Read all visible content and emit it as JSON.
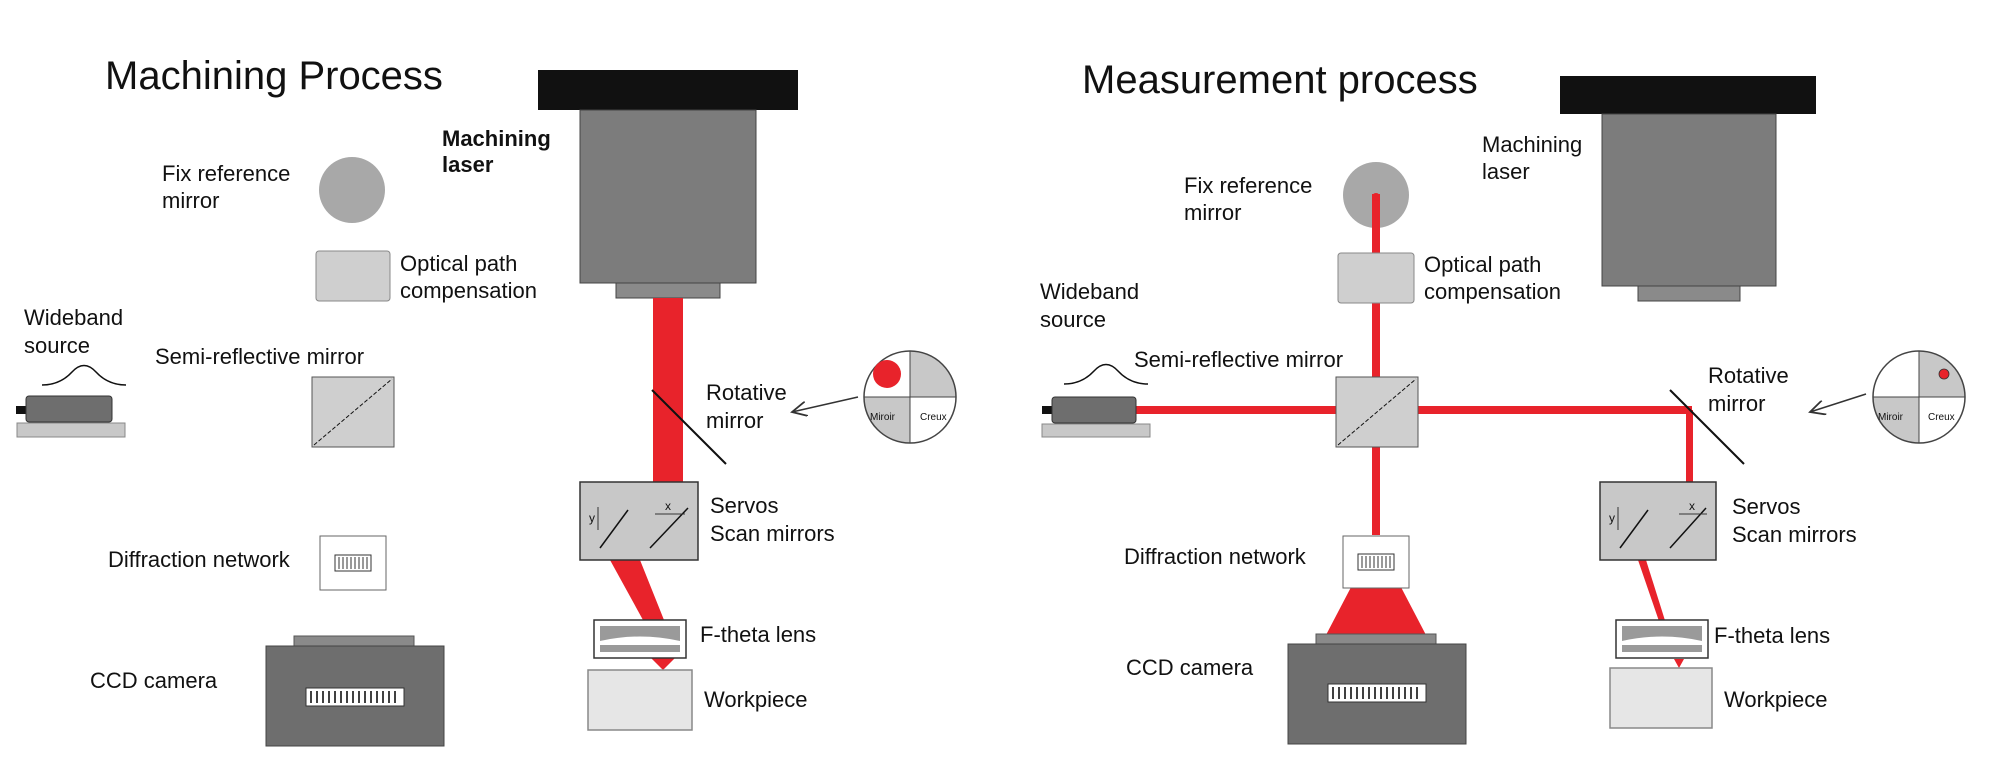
{
  "colors": {
    "beam": "#e8232b",
    "dark_gray": "#6e6e6e",
    "mid_gray": "#8a8a8a",
    "light_gray": "#c8c8c8",
    "panel_gray": "#bdbdbd",
    "workpiece": "#e6e6e6",
    "black": "#111111"
  },
  "left": {
    "title": "Machining Process",
    "machining_laser": [
      "Machining",
      "laser"
    ],
    "fix_reference_mirror": [
      "Fix reference",
      "mirror"
    ],
    "optical_path_compensation": [
      "Optical path",
      "compensation"
    ],
    "wideband_source": [
      "Wideband",
      "source"
    ],
    "semi_reflective_mirror": "Semi-reflective mirror",
    "rotative_mirror": [
      "Rotative",
      "mirror"
    ],
    "servos": [
      "Servos",
      "Scan mirrors"
    ],
    "diffraction_network": "Diffraction network",
    "ccd_camera": "CCD camera",
    "f_theta_lens": "F-theta lens",
    "workpiece": "Workpiece",
    "inset": {
      "miroir": "Miroir",
      "creux": "Creux"
    },
    "axis_y": "y",
    "axis_x": "x"
  },
  "right": {
    "title": "Measurement process",
    "machining_laser": [
      "Machining",
      "laser"
    ],
    "fix_reference_mirror": [
      "Fix reference",
      "mirror"
    ],
    "optical_path_compensation": [
      "Optical path",
      "compensation"
    ],
    "wideband_source": [
      "Wideband",
      "source"
    ],
    "semi_reflective_mirror": "Semi-reflective mirror",
    "rotative_mirror": [
      "Rotative",
      "mirror"
    ],
    "servos": [
      "Servos",
      "Scan mirrors"
    ],
    "diffraction_network": "Diffraction network",
    "ccd_camera": "CCD camera",
    "f_theta_lens": "F-theta lens",
    "workpiece": "Workpiece",
    "inset": {
      "miroir": "Miroir",
      "creux": "Creux"
    },
    "axis_y": "y",
    "axis_x": "x"
  }
}
